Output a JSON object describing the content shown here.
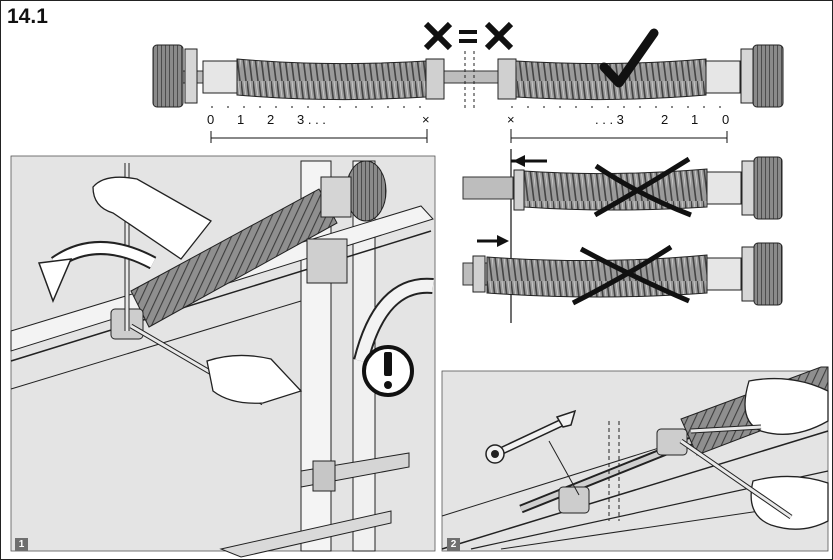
{
  "figure": {
    "title": "14.1",
    "top_ruler_left": [
      "0",
      "1",
      "2",
      "3 . . .",
      "×"
    ],
    "top_ruler_right": [
      "×",
      ". . . 3",
      "2",
      "1",
      "0"
    ],
    "panels": [
      {
        "badge": "1"
      },
      {
        "badge": "2"
      }
    ],
    "colors": {
      "spring": "#8a8a8a",
      "panel_bg": "#e6e6e6",
      "line": "#111111",
      "badge": "#6f6f6f"
    },
    "icons": [
      "equal-sign",
      "check-mark-icon",
      "cross-mark-icon",
      "warning-exclamation-icon",
      "curved-arrow-icon",
      "wrench-icon"
    ]
  }
}
